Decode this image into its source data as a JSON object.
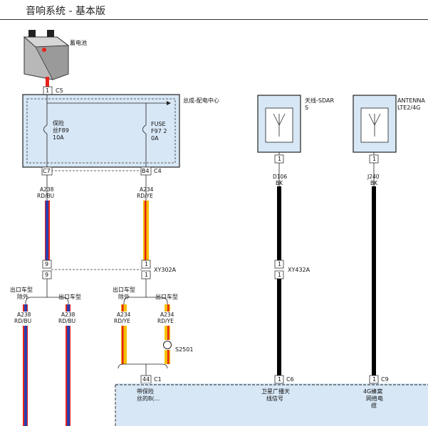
{
  "title": "音响系统 - 基本版",
  "battery": {
    "label": "蓄电池",
    "connector_pin": "1",
    "connector_name": "C5"
  },
  "pdc": {
    "label": "总成-配电中心",
    "fuse1": {
      "line1": "保险",
      "line2": "丝F89",
      "line3": "10A"
    },
    "fuse2": {
      "line1": "FUSE",
      "line2": "F97 2",
      "line3": "0A"
    },
    "pin_left": "C7",
    "pin_right": "B4",
    "pin_right_conn": "C4"
  },
  "antenna1": {
    "label_line1": "天线-SDAR",
    "label_line2": "S",
    "pin": "1",
    "wire_code": "D106",
    "wire_color": "BK"
  },
  "antenna2": {
    "label_line1": "ANTENNA",
    "label_line2": "LTE2/4G",
    "pin": "1",
    "wire_code": "J240",
    "wire_color": "BK"
  },
  "wires": {
    "left_top": {
      "code": "A238",
      "color": "RD/BU"
    },
    "right_top": {
      "code": "A234",
      "color": "RD/YE"
    }
  },
  "xy302a": {
    "pin_left": "9",
    "pin_right": "1",
    "label": "XY302A"
  },
  "xy432a": {
    "pin": "1",
    "label": "XY432A"
  },
  "branches": {
    "left_export": {
      "line1": "出口车型",
      "line2": "除外"
    },
    "left_export_only": "出口车型",
    "right_export": {
      "line1": "出口车型",
      "line2": "除外"
    },
    "right_export_only": "出口车型"
  },
  "bottom_wires": {
    "w1": {
      "code": "A238",
      "color": "RD/BU"
    },
    "w2": {
      "code": "A238",
      "color": "RD/BU"
    },
    "w3": {
      "code": "A234",
      "color": "RD/YE"
    },
    "w4": {
      "code": "A234",
      "color": "RD/YE"
    }
  },
  "splice": {
    "label": "S2501"
  },
  "radio": {
    "c1_pin": "44",
    "c1_name": "C1",
    "c6_pin": "1",
    "c6_name": "C6",
    "c9_pin": "1",
    "c9_name": "C9",
    "text1_line1": "带保险",
    "text1_line2": "丝的B(...",
    "text2_line1": "卫星广播天",
    "text2_line2": "线信号",
    "text3_line1": "4G蜂窝",
    "text3_line2": "网络电",
    "text3_line3": "缆"
  },
  "colors": {
    "red": "#e8231a",
    "blue": "#2a3fb0",
    "yellow": "#f3c200",
    "black": "#000000",
    "box_fill": "#d7e7f6"
  }
}
